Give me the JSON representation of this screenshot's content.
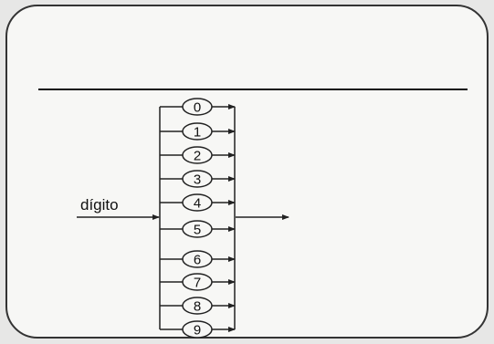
{
  "diagram": {
    "input_label": "dígito",
    "digits": [
      "0",
      "1",
      "2",
      "3",
      "4",
      "5",
      "6",
      "7",
      "8",
      "9"
    ]
  }
}
